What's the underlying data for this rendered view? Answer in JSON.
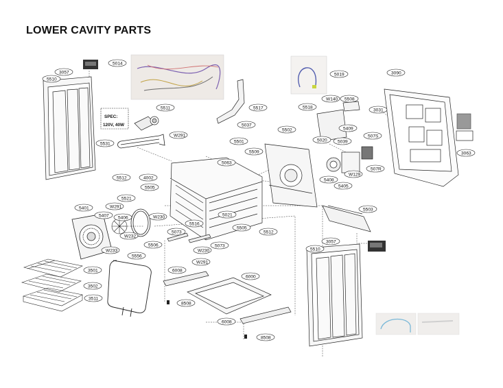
{
  "page": {
    "title": "LOWER CAVITY PARTS"
  },
  "spec_note": {
    "line1": "SPEC:",
    "line2": "120V, 40W"
  },
  "callouts": [
    {
      "id": "5014",
      "label": "5014"
    },
    {
      "id": "5019",
      "label": "5019"
    },
    {
      "id": "3090",
      "label": "3090"
    },
    {
      "id": "3057-top",
      "label": "3057"
    },
    {
      "id": "5510-top",
      "label": "5510"
    },
    {
      "id": "5511",
      "label": "5511"
    },
    {
      "id": "5517",
      "label": "5517"
    },
    {
      "id": "5518",
      "label": "5518"
    },
    {
      "id": "W140",
      "label": "W140"
    },
    {
      "id": "5508",
      "label": "5508"
    },
    {
      "id": "3031",
      "label": "3031"
    },
    {
      "id": "5037",
      "label": "5037"
    },
    {
      "id": "5502",
      "label": "5502"
    },
    {
      "id": "5409",
      "label": "5409"
    },
    {
      "id": "507S",
      "label": "507S"
    },
    {
      "id": "W291-top",
      "label": "W291"
    },
    {
      "id": "5501",
      "label": "5501"
    },
    {
      "id": "5020",
      "label": "5020"
    },
    {
      "id": "5039",
      "label": "5039"
    },
    {
      "id": "5531",
      "label": "5531"
    },
    {
      "id": "5509",
      "label": "5509"
    },
    {
      "id": "3063",
      "label": "3063"
    },
    {
      "id": "5063",
      "label": "5063"
    },
    {
      "id": "W129",
      "label": "W129"
    },
    {
      "id": "507R",
      "label": "507R"
    },
    {
      "id": "5512-left",
      "label": "5512"
    },
    {
      "id": "4002",
      "label": "4002"
    },
    {
      "id": "5408",
      "label": "5408"
    },
    {
      "id": "5505-a",
      "label": "5505"
    },
    {
      "id": "5405",
      "label": "5405"
    },
    {
      "id": "5521",
      "label": "5521"
    },
    {
      "id": "5401",
      "label": "5401"
    },
    {
      "id": "W291-mid",
      "label": "W291"
    },
    {
      "id": "5503",
      "label": "5503"
    },
    {
      "id": "5407",
      "label": "5407"
    },
    {
      "id": "5406",
      "label": "5406"
    },
    {
      "id": "5021",
      "label": "5021"
    },
    {
      "id": "W230-a",
      "label": "W230"
    },
    {
      "id": "5516",
      "label": "5516"
    },
    {
      "id": "5505-b",
      "label": "5505"
    },
    {
      "id": "W232",
      "label": "W232"
    },
    {
      "id": "5073-a",
      "label": "5073"
    },
    {
      "id": "5512-right",
      "label": "5512"
    },
    {
      "id": "3057-bottom",
      "label": "3057"
    },
    {
      "id": "5506",
      "label": "5506"
    },
    {
      "id": "W230-b",
      "label": "W230"
    },
    {
      "id": "5073-b",
      "label": "5073"
    },
    {
      "id": "W233",
      "label": "W233"
    },
    {
      "id": "5556",
      "label": "5556"
    },
    {
      "id": "5510-bottom",
      "label": "5510"
    },
    {
      "id": "W291-bottom",
      "label": "W291"
    },
    {
      "id": "3501",
      "label": "3501"
    },
    {
      "id": "6008-a",
      "label": "6008"
    },
    {
      "id": "6000",
      "label": "6000"
    },
    {
      "id": "3502",
      "label": "3502"
    },
    {
      "id": "3511",
      "label": "3511"
    },
    {
      "id": "8508-a",
      "label": "8508"
    },
    {
      "id": "6008-b",
      "label": "6008"
    },
    {
      "id": "8508-b",
      "label": "8508"
    }
  ]
}
